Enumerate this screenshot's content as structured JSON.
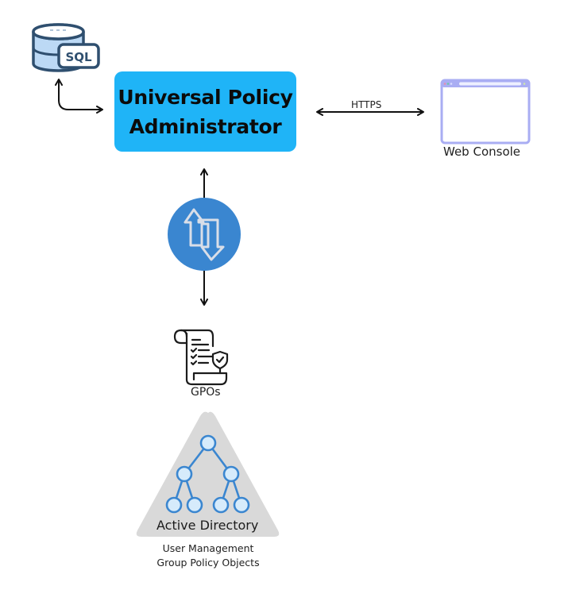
{
  "diagram": {
    "core": {
      "line1": "Universal Policy",
      "line2": "Administrator",
      "color": "#1fb4f7"
    },
    "database": {
      "icon": "sql-database-icon",
      "badge": "SQL"
    },
    "connection_https": {
      "label": "HTTPS"
    },
    "web_console": {
      "icon": "browser-window-icon",
      "label": "Web Console",
      "color": "#a9adf3"
    },
    "sync": {
      "icon": "sync-arrows-icon",
      "color": "#3a86d0"
    },
    "gpos": {
      "icon": "policy-scroll-icon",
      "label": "GPOs"
    },
    "active_directory": {
      "icon": "tree-hierarchy-icon",
      "label": "Active Directory",
      "sub_lines": [
        "User Management",
        "Group Policy Objects"
      ],
      "node_color": "#d6ebfb",
      "stroke_color": "#3a86d0"
    }
  }
}
